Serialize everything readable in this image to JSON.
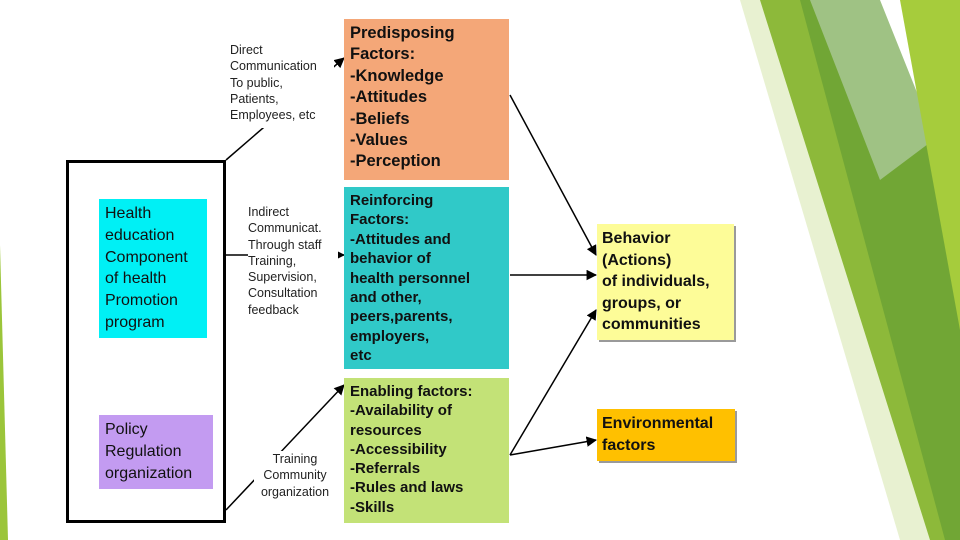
{
  "colors": {
    "health_box": "#00f0f5",
    "policy_box": "#c39bf1",
    "predisposing_box": "#f4a778",
    "reinforcing_box": "#30c9c8",
    "enabling_box": "#c3e277",
    "behavior_box": "#fdfc98",
    "environmental_box": "#ffc000",
    "accent_green": "#9bc53a",
    "line": "#000000"
  },
  "left": {
    "health_education": "Health\neducation\nComponent\nof health\nPromotion\nprogram",
    "policy": "Policy\nRegulation\norganization"
  },
  "channels": {
    "direct": "Direct\nCommunication\nTo public,\nPatients,\nEmployees, etc",
    "indirect": "Indirect\nCommunicat.\nThrough staff\nTraining,\nSupervision,\nConsultation\nfeedback",
    "training": "Training\nCommunity\norganization"
  },
  "factors": {
    "predisposing": "Predisposing\nFactors:\n-Knowledge\n-Attitudes\n-Beliefs\n-Values\n-Perception",
    "reinforcing": "Reinforcing\nFactors:\n-Attitudes and\nbehavior of\nhealth personnel\nand other,\npeers,parents,\nemployers,\netc",
    "enabling": "Enabling factors:\n-Availability of\n   resources\n-Accessibility\n-Referrals\n-Rules and laws\n-Skills"
  },
  "outcomes": {
    "behavior": "Behavior\n(Actions)\nof individuals,\ngroups, or\ncommunities",
    "environmental": "Environmental\nfactors"
  }
}
